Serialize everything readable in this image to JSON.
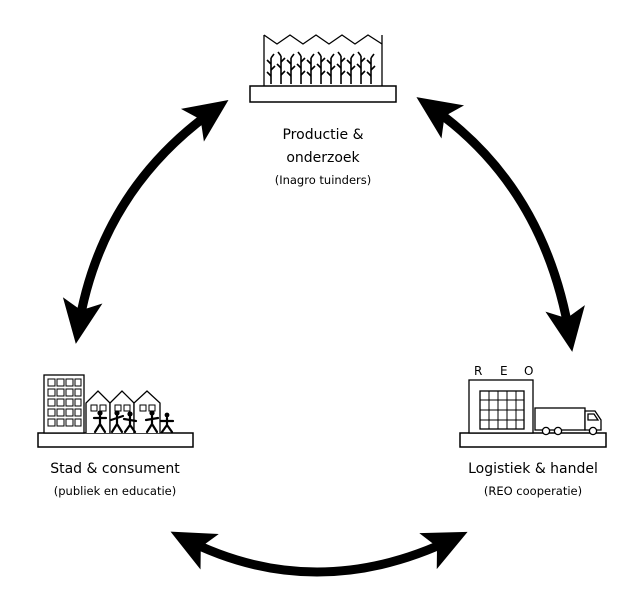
{
  "nodes": {
    "production": {
      "title_line1": "Productie &",
      "title_line2": "onderzoek",
      "subtitle": "(Inagro tuinders)",
      "icon": "greenhouse-icon"
    },
    "logistics": {
      "title": "Logistiek & handel",
      "subtitle": "(REO cooperatie)",
      "icon": "warehouse-truck-icon",
      "sign_letters": [
        "R",
        "E",
        "O"
      ]
    },
    "city": {
      "title": "Stad & consument",
      "subtitle": "(publiek en educatie)",
      "icon": "city-people-icon"
    }
  },
  "arrows": [
    {
      "from": "city",
      "to": "production",
      "type": "bidirectional"
    },
    {
      "from": "production",
      "to": "logistics",
      "type": "bidirectional"
    },
    {
      "from": "city",
      "to": "logistics",
      "type": "bidirectional"
    }
  ],
  "colors": {
    "ink": "#000000",
    "background": "#ffffff"
  }
}
